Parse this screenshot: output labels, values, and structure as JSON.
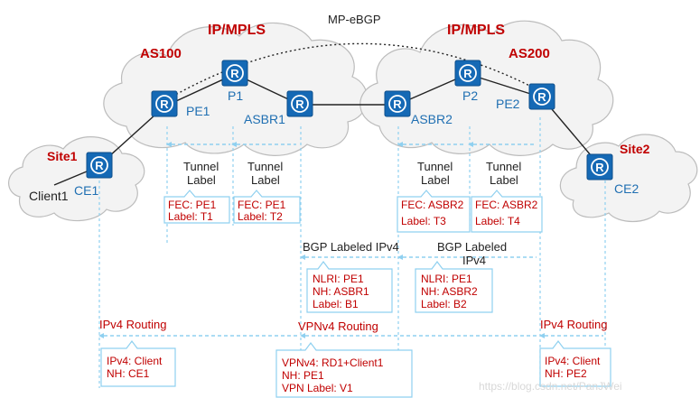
{
  "clouds": {
    "left_cloud": "IP/MPLS",
    "right_cloud": "IP/MPLS"
  },
  "as": {
    "left": "AS100",
    "right": "AS200"
  },
  "session": "MP-eBGP",
  "sites": {
    "left": "Site1",
    "right": "Site2"
  },
  "nodes": {
    "client": "Client1",
    "ce1": "CE1",
    "pe1": "PE1",
    "p1": "P1",
    "asbr1": "ASBR1",
    "asbr2": "ASBR2",
    "p2": "P2",
    "pe2": "PE2",
    "ce2": "CE2"
  },
  "tunnel_label": {
    "line1": "Tunnel",
    "line2": "Label"
  },
  "fec_boxes": [
    {
      "line1": "FEC: PE1",
      "line2": "Label: T1"
    },
    {
      "line1": "FEC: PE1",
      "line2": "Label: T2"
    },
    {
      "line1": "FEC: ASBR2",
      "line2": "Label: T3"
    },
    {
      "line1": "FEC: ASBR2",
      "line2": "Label: T4"
    }
  ],
  "bgp_labeled": {
    "left_title": "BGP Labeled IPv4",
    "right_title_1": "BGP Labeled",
    "right_title_2": "IPv4",
    "left_box": [
      "NLRI: PE1",
      "NH: ASBR1",
      "Label: B1"
    ],
    "right_box": [
      "NLRI: PE1",
      "NH: ASBR2",
      "Label: B2"
    ]
  },
  "routing": {
    "left_title": "IPv4 Routing",
    "center_title": "VPNv4 Routing",
    "right_title": "IPv4 Routing",
    "left_box": [
      "IPv4: Client",
      "NH: CE1"
    ],
    "center_box": [
      "VPNv4: RD1+Client1",
      "NH: PE1",
      "VPN Label: V1"
    ],
    "right_box": [
      "IPv4: Client",
      "NH: PE2"
    ]
  },
  "watermark": "https://blog.csdn.net/PanJWei",
  "colors": {
    "red_text": "#c00000",
    "blue_text": "#1f6fb2",
    "router": "#1569b5",
    "callout_border": "#8fd0f0"
  }
}
